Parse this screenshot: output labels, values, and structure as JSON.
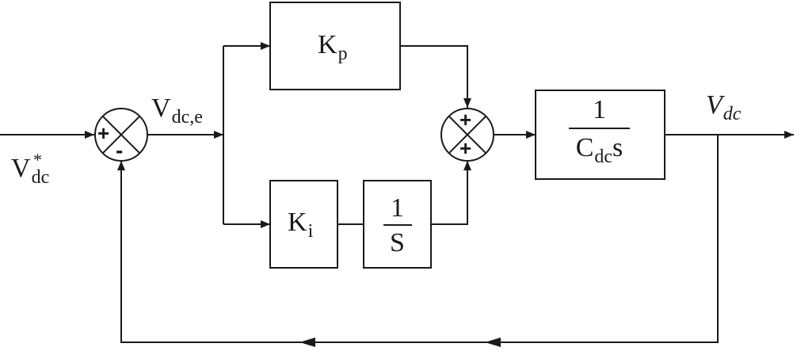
{
  "input_label": {
    "base": "V",
    "subscript": "dc",
    "superscript": "*"
  },
  "error_label": {
    "base": "V",
    "subscript": "dc,e"
  },
  "output_label": {
    "base": "V",
    "subscript": "dc"
  },
  "summer_left": {
    "top_sign": "+",
    "bottom_sign": "-"
  },
  "summer_right": {
    "top_sign": "+",
    "bottom_sign": "+"
  },
  "block_kp": {
    "base": "K",
    "subscript": "p"
  },
  "block_ki": {
    "base": "K",
    "subscript": "i"
  },
  "block_integrator": {
    "numerator": "1",
    "denominator": "S"
  },
  "block_plant": {
    "numerator": "1",
    "denominator_base": "C",
    "denominator_subscript": "dc",
    "denominator_var": "s"
  }
}
